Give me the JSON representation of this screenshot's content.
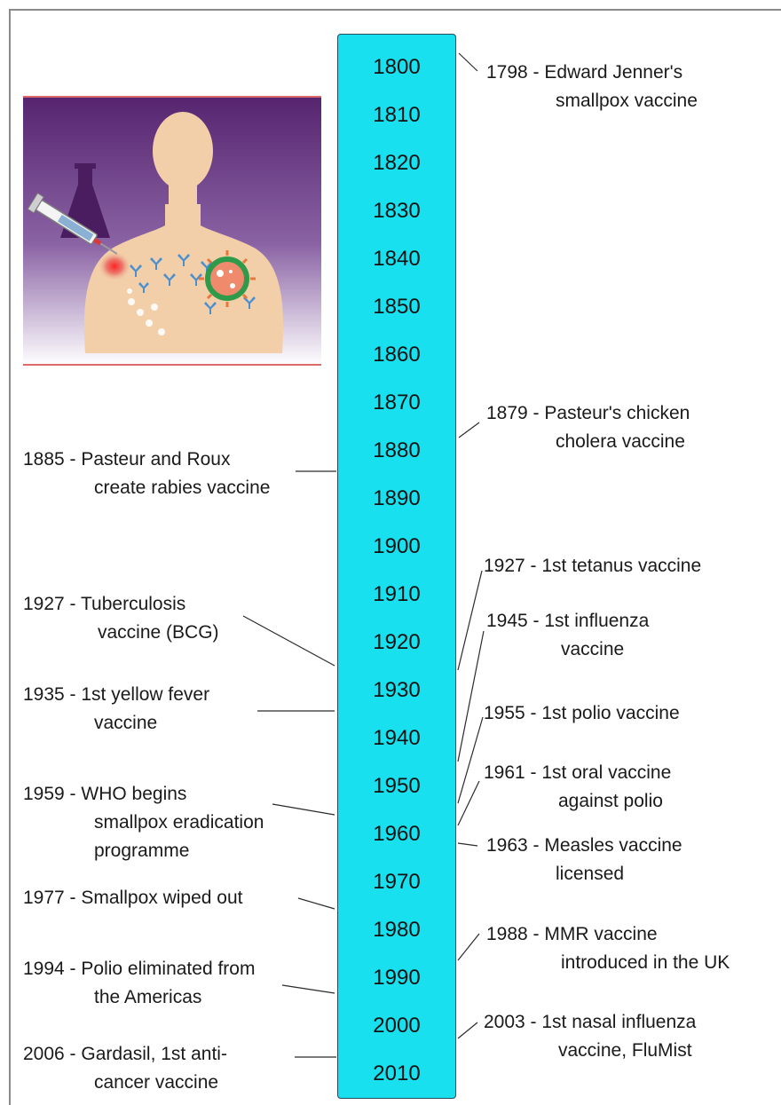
{
  "years": [
    "1800",
    "1810",
    "1820",
    "1830",
    "1840",
    "1850",
    "1860",
    "1870",
    "1880",
    "1890",
    "1900",
    "1910",
    "1920",
    "1930",
    "1940",
    "1950",
    "1960",
    "1970",
    "1980",
    "1990",
    "2000",
    "2010"
  ],
  "events_left": [
    {
      "year": "1885",
      "line1": "Pasteur and Roux",
      "line2": "create rabies vaccine"
    },
    {
      "year": "1927",
      "line1": "Tuberculosis",
      "line2": "vaccine (BCG)"
    },
    {
      "year": "1935",
      "line1": "1st yellow fever",
      "line2": "vaccine"
    },
    {
      "year": "1959",
      "line1": "WHO begins",
      "line2": "smallpox eradication",
      "line3": "programme"
    },
    {
      "year": "1977",
      "line1": "Smallpox wiped out"
    },
    {
      "year": "1994",
      "line1": "Polio eliminated from",
      "line2": "the Americas"
    },
    {
      "year": "2006",
      "line1": "Gardasil, 1st anti-",
      "line2": "cancer vaccine"
    }
  ],
  "events_right": [
    {
      "year": "1798",
      "line1": "Edward Jenner's",
      "line2": "smallpox vaccine"
    },
    {
      "year": "1879",
      "line1": "Pasteur's chicken",
      "line2": "cholera vaccine"
    },
    {
      "year": "1927",
      "line1": "1st tetanus vaccine"
    },
    {
      "year": "1945",
      "line1": "1st influenza",
      "line2": "vaccine"
    },
    {
      "year": "1955",
      "line1": "1st polio vaccine"
    },
    {
      "year": "1961",
      "line1": "1st oral vaccine",
      "line2": "against polio"
    },
    {
      "year": "1963",
      "line1": "Measles vaccine",
      "line2": "licensed"
    },
    {
      "year": "1988",
      "line1": "MMR vaccine",
      "line2": "introduced in the UK"
    },
    {
      "year": "2003",
      "line1": "1st nasal influenza",
      "line2": "vaccine, FluMist"
    }
  ],
  "colors": {
    "timeline_bar": "#19e0ee",
    "illustration_bg_top": "#5a2a78",
    "leader_line": "#2b2b2b"
  },
  "illustration": "vaccination-illustration"
}
